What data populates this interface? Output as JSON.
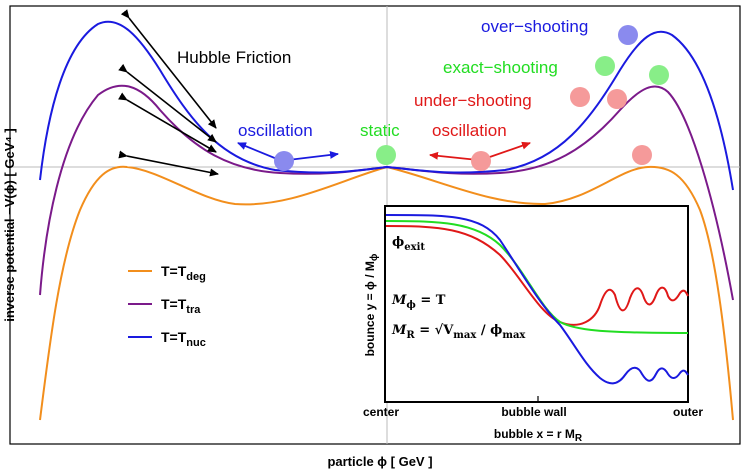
{
  "axes": {
    "x_label": "particle ϕ [ GeV ]",
    "y_label": "inverse potential −V(ϕ) [ GeV⁴ ]"
  },
  "annotations": {
    "hubble_friction": "Hubble Friction",
    "oscillation_left": "oscillation",
    "static": "static",
    "oscillation_right": "oscillation",
    "over_shooting": "over−shooting",
    "exact_shooting": "exact−shooting",
    "under_shooting": "under−shooting"
  },
  "legend": [
    {
      "label": "T=T",
      "subscript": "deg",
      "color": "#f28e1c"
    },
    {
      "label": "T=T",
      "subscript": "tra",
      "color": "#7b1a8a"
    },
    {
      "label": "T=T",
      "subscript": "nuc",
      "color": "#1a1adf"
    }
  ],
  "inset": {
    "y_label": "bounce y = ϕ / M",
    "y_label_sub": "ϕ",
    "x_label": "bubble x = r M",
    "x_label_sub": "R",
    "x_ticks": [
      "center",
      "bubble wall",
      "outer"
    ],
    "phi_exit": "ϕ",
    "phi_exit_sub": "exit",
    "eq1_lhs": "M",
    "eq1_lhs_sub": "ϕ",
    "eq1_rhs": " = T",
    "eq2_lhs": "M",
    "eq2_lhs_sub": "R",
    "eq2_mid": " = √V",
    "eq2_mid_sub": "max",
    "eq2_rhs": " / ϕ",
    "eq2_rhs_sub": "max"
  },
  "colors": {
    "orange": "#f28e1c",
    "purple": "#7b1a8a",
    "blue": "#1a1adf",
    "green": "#22dd22",
    "red": "#e01818",
    "over_ball": "#8a8aee",
    "exact_ball": "#88ee88",
    "under_ball": "#f59a9a"
  }
}
